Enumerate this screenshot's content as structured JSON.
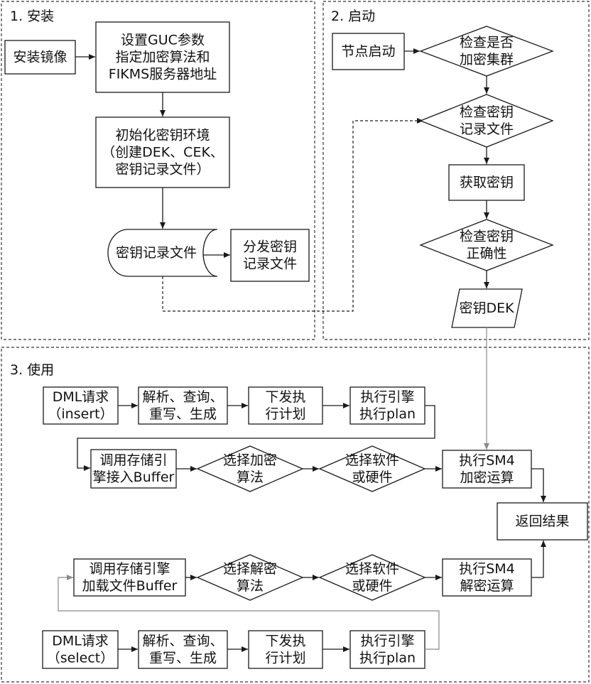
{
  "sections": {
    "install": "1. 安装",
    "startup": "2. 启动",
    "usage": "3. 使用"
  },
  "install": {
    "install_image": "安装镜像",
    "guc_params": [
      "设置GUC参数",
      "指定加密算法和",
      "FIKMS服务器地址"
    ],
    "init_key_env": [
      "初始化密钥环境",
      "（创建DEK、CEK、",
      "密钥记录文件）"
    ],
    "key_record_file": "密钥记录文件",
    "distribute_key": [
      "分发密钥",
      "记录文件"
    ]
  },
  "startup": {
    "node_start": "节点启动",
    "check_encrypted_cluster": [
      "检查是否",
      "加密集群"
    ],
    "check_key_record": [
      "检查密钥",
      "记录文件"
    ],
    "get_key": "获取密钥",
    "check_key_correct": [
      "检查密钥",
      "正确性"
    ],
    "key_dek": "密钥DEK"
  },
  "usage": {
    "insert_row": {
      "dml_request": [
        "DML请求",
        "（insert）"
      ],
      "parse": [
        "解析、查询、",
        "重写、生成"
      ],
      "dispatch_plan": [
        "下发执",
        "行计划"
      ],
      "engine_exec": [
        "执行引擎",
        "执行plan"
      ]
    },
    "encrypt_row": {
      "storage_buffer": [
        "调用存储引",
        "擎接入Buffer"
      ],
      "choose_encrypt_algo": [
        "选择加密",
        "算法"
      ],
      "choose_sw_hw": [
        "选择软件",
        "或硬件"
      ],
      "sm4_encrypt": [
        "执行SM4",
        "加密运算"
      ]
    },
    "return_result": "返回结果",
    "decrypt_row": {
      "storage_load": [
        "调用存储引擎",
        "加载文件Buffer"
      ],
      "choose_decrypt_algo": [
        "选择解密",
        "算法"
      ],
      "choose_sw_hw": [
        "选择软件",
        "或硬件"
      ],
      "sm4_decrypt": [
        "执行SM4",
        "解密运算"
      ]
    },
    "select_row": {
      "dml_request": [
        "DML请求",
        "（select）"
      ],
      "parse": [
        "解析、查询、",
        "重写、生成"
      ],
      "dispatch_plan": [
        "下发执",
        "行计划"
      ],
      "engine_exec": [
        "执行引擎",
        "执行plan"
      ]
    }
  }
}
